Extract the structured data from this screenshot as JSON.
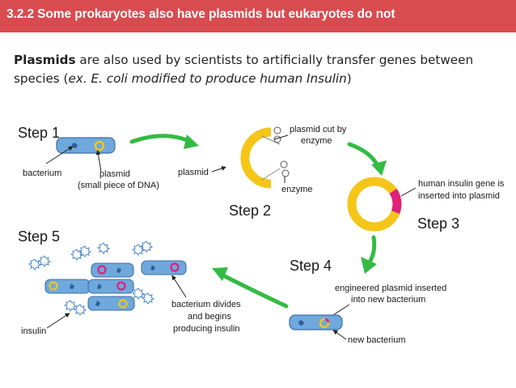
{
  "header": {
    "title": "3.2.2 Some prokaryotes also have plasmids but eukaryotes do not"
  },
  "intro": {
    "term": "Plasmids",
    "text_before": " are also used by scientists to artificially transfer genes between species (",
    "example": "ex. E. coli modified to produce human Insulin",
    "text_after": ")"
  },
  "diagram": {
    "step1": {
      "title": "Step 1",
      "bacterium": "bacterium",
      "plasmid_line1": "plasmid",
      "plasmid_line2": "(small piece of DNA)"
    },
    "step2": {
      "title": "Step 2",
      "plasmid": "plasmid",
      "cut_line1": "plasmid cut by",
      "cut_line2": "enzyme",
      "enzyme": "enzyme"
    },
    "step3": {
      "title": "Step 3",
      "gene_line1": "human insulin gene is",
      "gene_line2": "inserted into plasmid"
    },
    "step4": {
      "title": "Step 4",
      "eng_line1": "engineered plasmid inserted",
      "eng_line2": "into new bacterium",
      "new_bacterium": "new bacterium"
    },
    "step5": {
      "title": "Step 5",
      "insulin": "insulin",
      "divides_line1": "bacterium divides",
      "divides_line2": "and begins",
      "divides_line3": "producing insulin"
    },
    "colors": {
      "bacterium": "#6fa8dc",
      "plasmid": "#f5c518",
      "gene": "#e0207a",
      "arrow": "#33bb44"
    }
  }
}
